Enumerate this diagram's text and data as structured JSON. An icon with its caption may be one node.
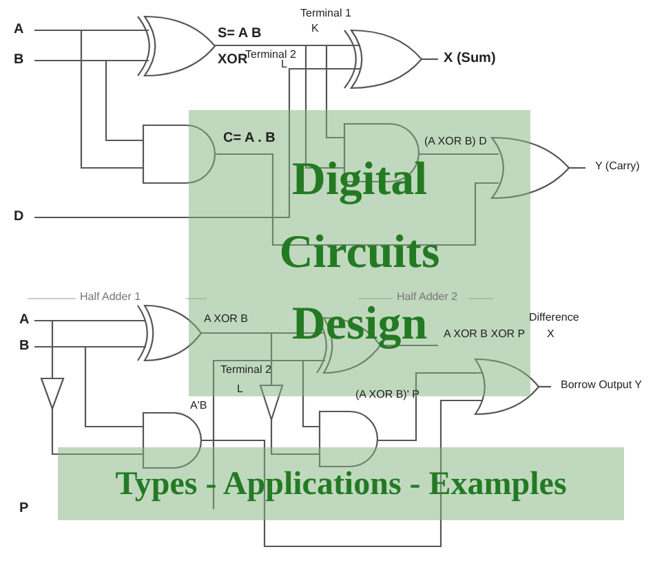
{
  "diagram": {
    "nodes": [
      {
        "text": [
          "Digital Circuits Design"
        ]
      },
      {
        "text": [
          "Types - Applications - Examples"
        ]
      }
    ],
    "edges": [],
    "labels": [
      "A",
      "B",
      "S= A B",
      "XOR",
      "Terminal 1",
      "K",
      "Terminal 2",
      "L",
      "X (Sum)",
      "C= A . B",
      "(A XOR B) D",
      "Y (Carry)",
      "D",
      "Half Adder 1",
      "Half Adder 2",
      "A",
      "B",
      "A XOR B",
      "Difference",
      "X",
      "A XOR B XOR P",
      "Terminal 2",
      "L",
      "A'B",
      "(A XOR B)' P",
      "Borrow Output Y",
      "P"
    ]
  }
}
